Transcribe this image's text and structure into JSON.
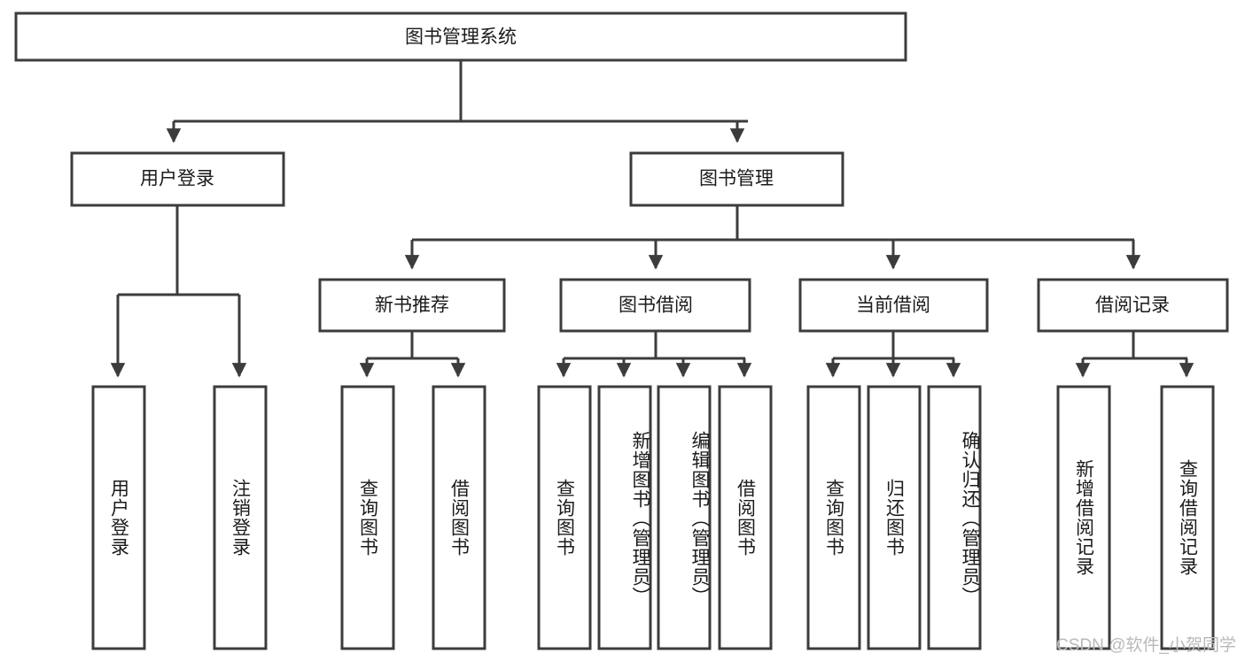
{
  "diagram": {
    "type": "tree-hierarchy",
    "title": "图书管理系统",
    "nodes": {
      "root": {
        "label": "图书管理系统"
      },
      "level2": [
        {
          "id": "user-login",
          "label": "用户登录"
        },
        {
          "id": "book-manage",
          "label": "图书管理"
        }
      ],
      "level3": [
        {
          "id": "new-book-recommend",
          "label": "新书推荐"
        },
        {
          "id": "book-borrow",
          "label": "图书借阅"
        },
        {
          "id": "current-borrow",
          "label": "当前借阅"
        },
        {
          "id": "borrow-record",
          "label": "借阅记录"
        }
      ],
      "leaves": [
        {
          "id": "leaf-user-login",
          "label": "用户登录",
          "parent": "user-login",
          "align": "center"
        },
        {
          "id": "leaf-logout",
          "label": "注销登录",
          "parent": "user-login",
          "align": "center"
        },
        {
          "id": "leaf-query-book-1",
          "label": "查询图书",
          "parent": "new-book-recommend",
          "align": "center"
        },
        {
          "id": "leaf-borrow-book-1",
          "label": "借阅图书",
          "parent": "new-book-recommend",
          "align": "center"
        },
        {
          "id": "leaf-query-book-2",
          "label": "查询图书",
          "parent": "book-borrow",
          "align": "center"
        },
        {
          "id": "leaf-add-book",
          "label": "新增图书（管理员）",
          "parent": "book-borrow",
          "align": "top"
        },
        {
          "id": "leaf-edit-book",
          "label": "编辑图书（管理员）",
          "parent": "book-borrow",
          "align": "top"
        },
        {
          "id": "leaf-borrow-book-2",
          "label": "借阅图书",
          "parent": "book-borrow",
          "align": "center"
        },
        {
          "id": "leaf-query-book-3",
          "label": "查询图书",
          "parent": "current-borrow",
          "align": "center"
        },
        {
          "id": "leaf-return-book",
          "label": "归还图书",
          "parent": "current-borrow",
          "align": "center"
        },
        {
          "id": "leaf-confirm-return",
          "label": "确认归还（管理员）",
          "parent": "current-borrow",
          "align": "top"
        },
        {
          "id": "leaf-add-record",
          "label": "新增借阅记录",
          "parent": "borrow-record",
          "align": "center"
        },
        {
          "id": "leaf-query-record",
          "label": "查询借阅记录",
          "parent": "borrow-record",
          "align": "center"
        }
      ]
    },
    "colors": {
      "stroke": "#3c3c3c",
      "fill": "#ffffff",
      "text": "#1b1b1b",
      "watermark": "#b9b9b9"
    }
  },
  "watermark": {
    "text": "CSDN @软件_小贺同学"
  }
}
